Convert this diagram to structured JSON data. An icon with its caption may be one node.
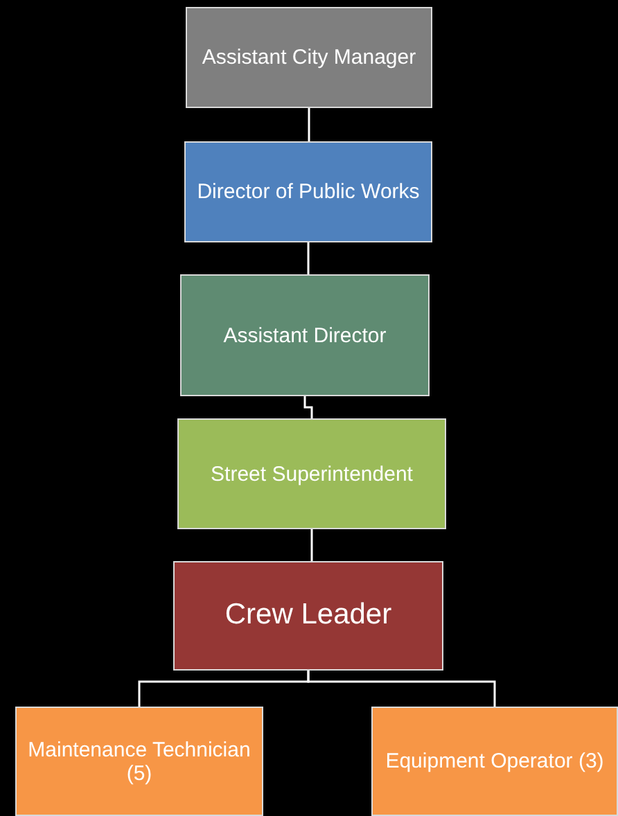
{
  "diagram": {
    "nodes": [
      {
        "text": [
          "Assistant City Manager"
        ]
      },
      {
        "text": [
          "Director of Public Works"
        ]
      },
      {
        "text": [
          "Assistant Director"
        ]
      },
      {
        "text": [
          "Street Superintendent"
        ]
      },
      {
        "text": [
          "Crew Leader"
        ]
      },
      {
        "text": [
          "Maintenance Technician (5)"
        ]
      },
      {
        "text": [
          "Equipment Operator (3)"
        ]
      }
    ],
    "edges": [
      {
        "from": 0,
        "to": 1,
        "arrow": "none"
      },
      {
        "from": 1,
        "to": 2,
        "arrow": "none"
      },
      {
        "from": 2,
        "to": 3,
        "arrow": "none"
      },
      {
        "from": 3,
        "to": 4,
        "arrow": "none"
      },
      {
        "from": 4,
        "to": 5,
        "arrow": "none"
      },
      {
        "from": 4,
        "to": 6,
        "arrow": "none"
      }
    ]
  }
}
